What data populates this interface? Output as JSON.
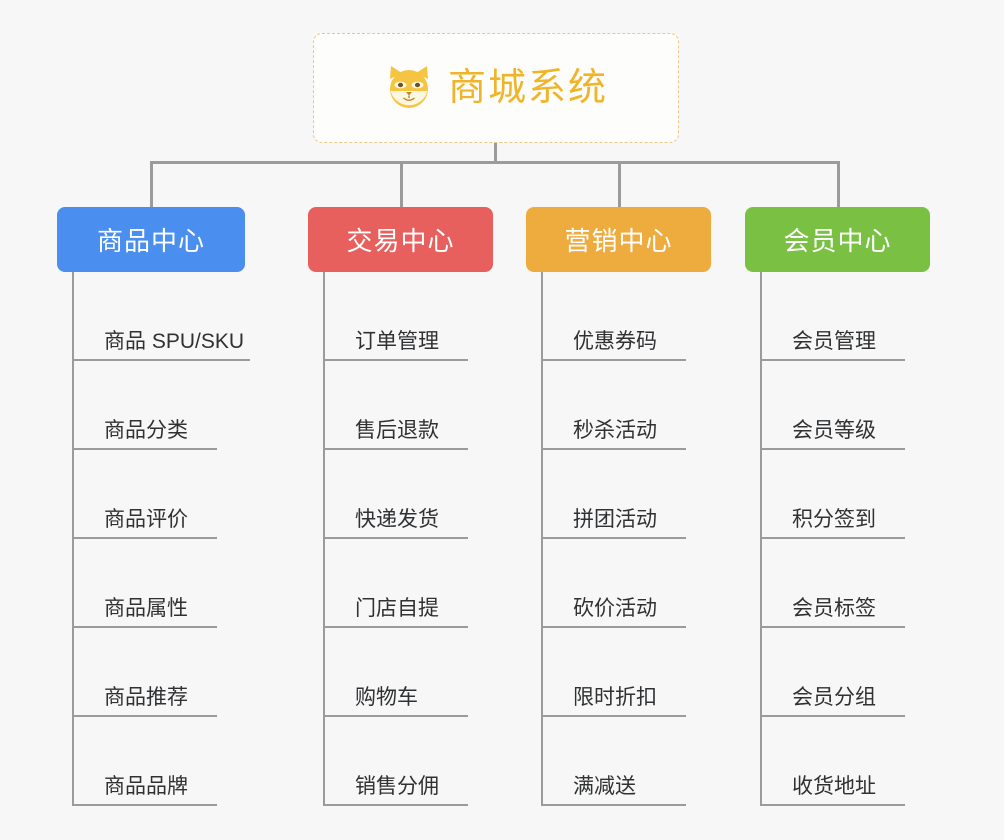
{
  "root": {
    "title": "商城系统",
    "icon": "shiba-dog-face-icon",
    "border_color": "#e8c888",
    "text_color": "#f0b429"
  },
  "connector_color": "#9b9b9b",
  "background_color": "#f7f7f7",
  "columns": [
    {
      "id": "product-center",
      "label": "商品中心",
      "color": "#4a8ef0",
      "items": [
        "商品 SPU/SKU",
        "商品分类",
        "商品评价",
        "商品属性",
        "商品推荐",
        "商品品牌"
      ]
    },
    {
      "id": "trade-center",
      "label": "交易中心",
      "color": "#e8605d",
      "items": [
        "订单管理",
        "售后退款",
        "快递发货",
        "门店自提",
        "购物车",
        "销售分佣"
      ]
    },
    {
      "id": "marketing-center",
      "label": "营销中心",
      "color": "#eeab3e",
      "items": [
        "优惠券码",
        "秒杀活动",
        "拼团活动",
        "砍价活动",
        "限时折扣",
        "满减送"
      ]
    },
    {
      "id": "member-center",
      "label": "会员中心",
      "color": "#7ac143",
      "items": [
        "会员管理",
        "会员等级",
        "积分签到",
        "会员标签",
        "会员分组",
        "收货地址"
      ]
    }
  ]
}
